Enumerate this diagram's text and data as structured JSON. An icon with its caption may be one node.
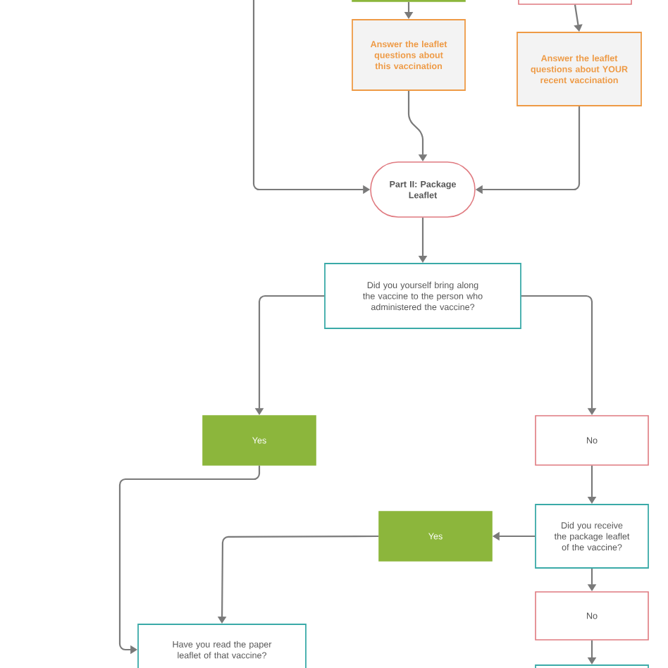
{
  "diagram": {
    "nodes": [
      {
        "text": [],
        "shape": "box"
      },
      {
        "text": [],
        "shape": "box"
      },
      {
        "text": [
          "Answer the leaflet questions about this vaccination"
        ]
      },
      {
        "text": [
          "Answer the leaflet questions about YOUR recent vaccination"
        ]
      },
      {
        "text": [
          "Part II: Package Leaflet"
        ]
      },
      {
        "text": [
          "Did you yourself bring along the vaccine to the person who administered the vaccine?"
        ]
      },
      {
        "text": [
          "Yes"
        ]
      },
      {
        "text": [
          "No"
        ]
      },
      {
        "text": [
          "Did you receive the package leaflet of the vaccine?"
        ]
      },
      {
        "text": [
          "Yes"
        ]
      },
      {
        "text": [
          "No"
        ]
      },
      {
        "text": [
          "Have you read the paper leaflet of that vaccine?"
        ]
      },
      {
        "text": [],
        "shape": "box"
      }
    ],
    "edges": [
      {
        "from": 0,
        "to": 2,
        "arrow": "to"
      },
      {
        "from": 1,
        "to": 3,
        "arrow": "to"
      },
      {
        "from": 2,
        "to": 4,
        "arrow": "to"
      },
      {
        "from": 3,
        "to": 4,
        "arrow": "to"
      },
      {
        "from": null,
        "to": 4,
        "arrow": "to"
      },
      {
        "from": 4,
        "to": 5,
        "arrow": "to"
      },
      {
        "from": 5,
        "to": 6,
        "arrow": "to"
      },
      {
        "from": 5,
        "to": 7,
        "arrow": "to"
      },
      {
        "from": 6,
        "to": 11,
        "arrow": "to"
      },
      {
        "from": 7,
        "to": 8,
        "arrow": "to"
      },
      {
        "from": 8,
        "to": 9,
        "arrow": "to"
      },
      {
        "from": 9,
        "to": 11,
        "arrow": "to"
      },
      {
        "from": 8,
        "to": 10,
        "arrow": "to"
      },
      {
        "from": 10,
        "to": 12,
        "arrow": "to"
      }
    ]
  }
}
